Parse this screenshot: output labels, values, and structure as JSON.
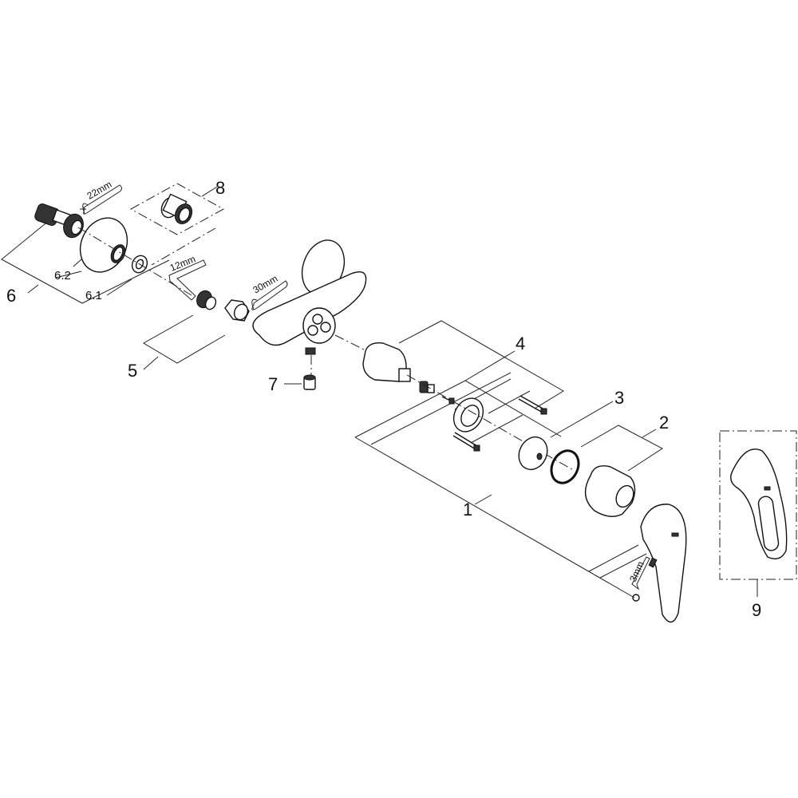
{
  "diagram": {
    "type": "exploded-parts-view",
    "subject": "single-lever shower mixer",
    "background": "#ffffff",
    "line_color": "#111111",
    "callouts": [
      {
        "id": "1",
        "label": "1"
      },
      {
        "id": "2",
        "label": "2"
      },
      {
        "id": "3",
        "label": "3"
      },
      {
        "id": "4",
        "label": "4"
      },
      {
        "id": "5",
        "label": "5"
      },
      {
        "id": "6",
        "label": "6"
      },
      {
        "id": "6.1",
        "label": "6.1"
      },
      {
        "id": "6.2",
        "label": "6.2"
      },
      {
        "id": "7",
        "label": "7"
      },
      {
        "id": "8",
        "label": "8"
      },
      {
        "id": "9",
        "label": "9"
      }
    ],
    "tools": [
      {
        "type": "wrench",
        "size": "22mm"
      },
      {
        "type": "hex-key",
        "size": "12mm"
      },
      {
        "type": "wrench",
        "size": "30mm"
      },
      {
        "type": "hex-key",
        "size": "3mm"
      }
    ]
  }
}
